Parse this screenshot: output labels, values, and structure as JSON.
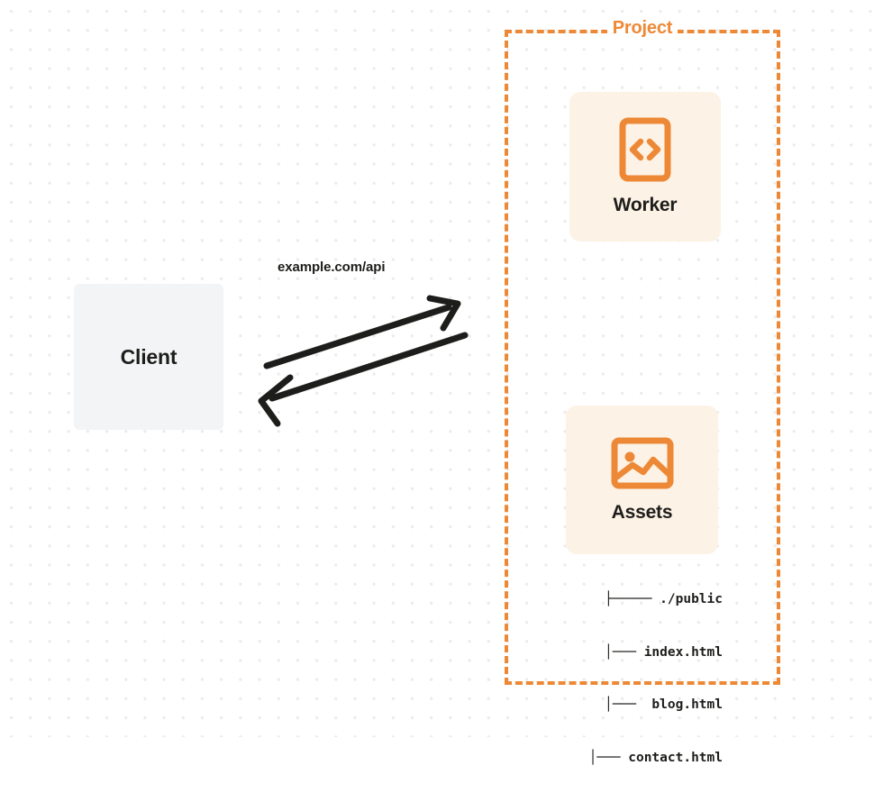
{
  "diagram": {
    "type": "architecture-diagram",
    "background": {
      "style": "dot-grid",
      "dot_color": "#ebebeb",
      "page_color": "#ffffff"
    },
    "colors": {
      "accent_orange": "#ed8936",
      "card_fill": "#fdf2e6",
      "client_fill": "#f3f4f6",
      "text": "#1d1d1b",
      "arrow": "#1d1d1b"
    },
    "client": {
      "label": "Client"
    },
    "connection": {
      "label": "example.com/api",
      "request_direction": "client-to-project",
      "response_direction": "project-to-client"
    },
    "project": {
      "title": "Project",
      "border_style": "dashed",
      "nodes": [
        {
          "id": "worker",
          "label": "Worker",
          "icon": "code-document-icon"
        },
        {
          "id": "assets",
          "label": "Assets",
          "icon": "image-icon"
        }
      ],
      "file_tree": [
        {
          "prefix": "├────",
          "name": "./public"
        },
        {
          "prefix": "│──",
          "name": "index.html"
        },
        {
          "prefix": "│──",
          "name": "blog.html"
        },
        {
          "prefix": "│──",
          "name": "contact.html"
        }
      ],
      "file_tree_lines": [
        "├───── ./public",
        "   │─── index.html",
        "   │───  blog.html",
        "   │─── contact.html"
      ]
    }
  }
}
